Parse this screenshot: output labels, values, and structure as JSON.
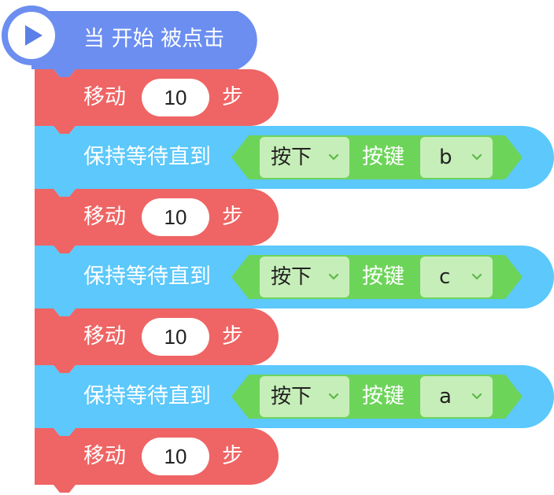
{
  "hat": {
    "label": "当 开始 被点击",
    "icon": "play-icon",
    "color": "#6b8ef0"
  },
  "colors": {
    "motion": "#ef6464",
    "control": "#5cc8fb",
    "sensing": "#6dd45a",
    "field": "#c6eeb8"
  },
  "blocks": [
    {
      "type": "move",
      "label": "移动",
      "value": "10",
      "unit": "步"
    },
    {
      "type": "wait",
      "label": "保持等待直到",
      "condition": "按下",
      "key_label": "按键",
      "key": "b"
    },
    {
      "type": "move",
      "label": "移动",
      "value": "10",
      "unit": "步"
    },
    {
      "type": "wait",
      "label": "保持等待直到",
      "condition": "按下",
      "key_label": "按键",
      "key": "c"
    },
    {
      "type": "move",
      "label": "移动",
      "value": "10",
      "unit": "步"
    },
    {
      "type": "wait",
      "label": "保持等待直到",
      "condition": "按下",
      "key_label": "按键",
      "key": "a"
    },
    {
      "type": "move",
      "label": "移动",
      "value": "10",
      "unit": "步"
    }
  ]
}
